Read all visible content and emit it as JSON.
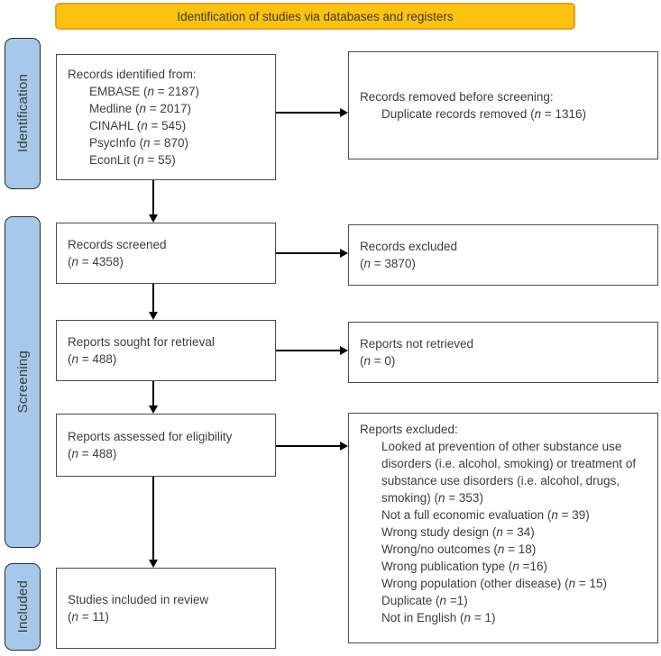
{
  "title": "PRISMA flow diagram",
  "banner": {
    "label": "Identification of studies via databases and registers"
  },
  "colors": {
    "banner_fill": "#FDC20F",
    "banner_border": "#E5A02A",
    "stage_fill": "#A6C9E9",
    "stage_border": "#2e2e2e",
    "box_border": "#4a4a4a",
    "text": "#3d3d3d",
    "arrow": "#000000"
  },
  "stages": {
    "identification": {
      "label": "Identification"
    },
    "screening": {
      "label": "Screening"
    },
    "included": {
      "label": "Included"
    }
  },
  "boxes": {
    "records_identified": {
      "lines": [
        {
          "text": "Records identified from:",
          "indent": 0
        },
        {
          "text": "EMBASE (n = 2187)",
          "indent": 1
        },
        {
          "text": "Medline (n = 2017)",
          "indent": 1
        },
        {
          "text": "CINAHL (n = 545)",
          "indent": 1
        },
        {
          "text": "PsycInfo (n = 870)",
          "indent": 1
        },
        {
          "text": "EconLit (n = 55)",
          "indent": 1
        }
      ]
    },
    "records_removed": {
      "lines": [
        {
          "text": "Records removed before screening:",
          "indent": 0
        },
        {
          "text": "Duplicate records removed (n = 1316)",
          "indent": 1
        }
      ]
    },
    "records_screened": {
      "lines": [
        {
          "text": "Records screened",
          "indent": 0
        },
        {
          "text": "(n = 4358)",
          "indent": 0
        }
      ]
    },
    "records_excluded": {
      "lines": [
        {
          "text": "Records excluded",
          "indent": 0
        },
        {
          "text": "(n = 3870)",
          "indent": 0
        }
      ]
    },
    "reports_sought": {
      "lines": [
        {
          "text": "Reports sought for retrieval",
          "indent": 0
        },
        {
          "text": "(n = 488)",
          "indent": 0
        }
      ]
    },
    "reports_not_retrieved": {
      "lines": [
        {
          "text": "Reports not retrieved",
          "indent": 0
        },
        {
          "text": "(n = 0)",
          "indent": 0
        }
      ]
    },
    "reports_assessed": {
      "lines": [
        {
          "text": "Reports assessed for eligibility",
          "indent": 0
        },
        {
          "text": "(n = 488)",
          "indent": 0
        }
      ]
    },
    "reports_excluded": {
      "lines": [
        {
          "text": "Reports excluded:",
          "indent": 0
        },
        {
          "text": "Looked at prevention of other substance use disorders (i.e. alcohol, smoking) or treatment of substance use disorders (i.e. alcohol, drugs, smoking) (n = 353)",
          "indent": 1
        },
        {
          "text": "Not a full economic evaluation (n = 39)",
          "indent": 1
        },
        {
          "text": "Wrong study design (n = 34)",
          "indent": 1
        },
        {
          "text": "Wrong/no outcomes (n = 18)",
          "indent": 1
        },
        {
          "text": "Wrong publication type (n =16)",
          "indent": 1
        },
        {
          "text": "Wrong population (other disease) (n = 15)",
          "indent": 1
        },
        {
          "text": "Duplicate (n =1)",
          "indent": 1
        },
        {
          "text": "Not in English (n = 1)",
          "indent": 1
        }
      ]
    },
    "studies_included": {
      "lines": [
        {
          "text": "Studies included in review",
          "indent": 0
        },
        {
          "text": "(n = 11)",
          "indent": 0
        }
      ]
    }
  }
}
